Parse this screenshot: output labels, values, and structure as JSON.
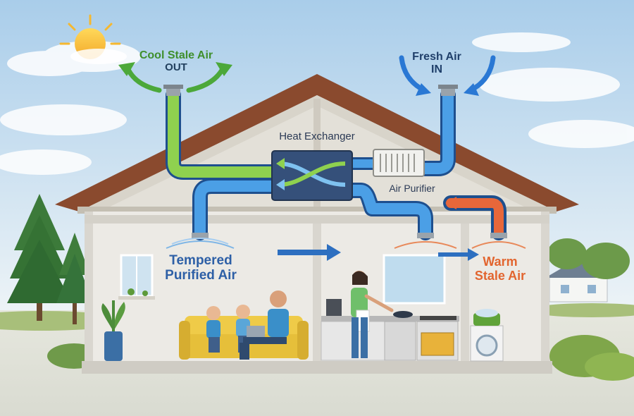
{
  "labels": {
    "stale_out_line1": "Cool Stale Air",
    "stale_out_line2": "OUT",
    "fresh_in_line1": "Fresh Air",
    "fresh_in_line2": "IN",
    "heat_exchanger": "Heat Exchanger",
    "air_purifier": "Air Purifier",
    "tempered_line1": "Tempered",
    "tempered_line2": "Purified Air",
    "warm_line1": "Warm",
    "warm_line2": "Stale Air"
  },
  "colors": {
    "sky_top": "#a9cdea",
    "sky_bottom": "#e8f1f6",
    "roof": "#8a4a2e",
    "wall": "#e9e7e2",
    "stale_duct": "#8fd14f",
    "fresh_duct": "#2f7fd0",
    "warm_duct": "#e8673a",
    "out_arrow": "#4ca83a",
    "in_arrow": "#2a78d4"
  },
  "icons": [
    "sun-icon",
    "tree-icon",
    "neighbor-house-icon",
    "family-on-sofa",
    "woman-cooking",
    "washing-machine-icon"
  ]
}
